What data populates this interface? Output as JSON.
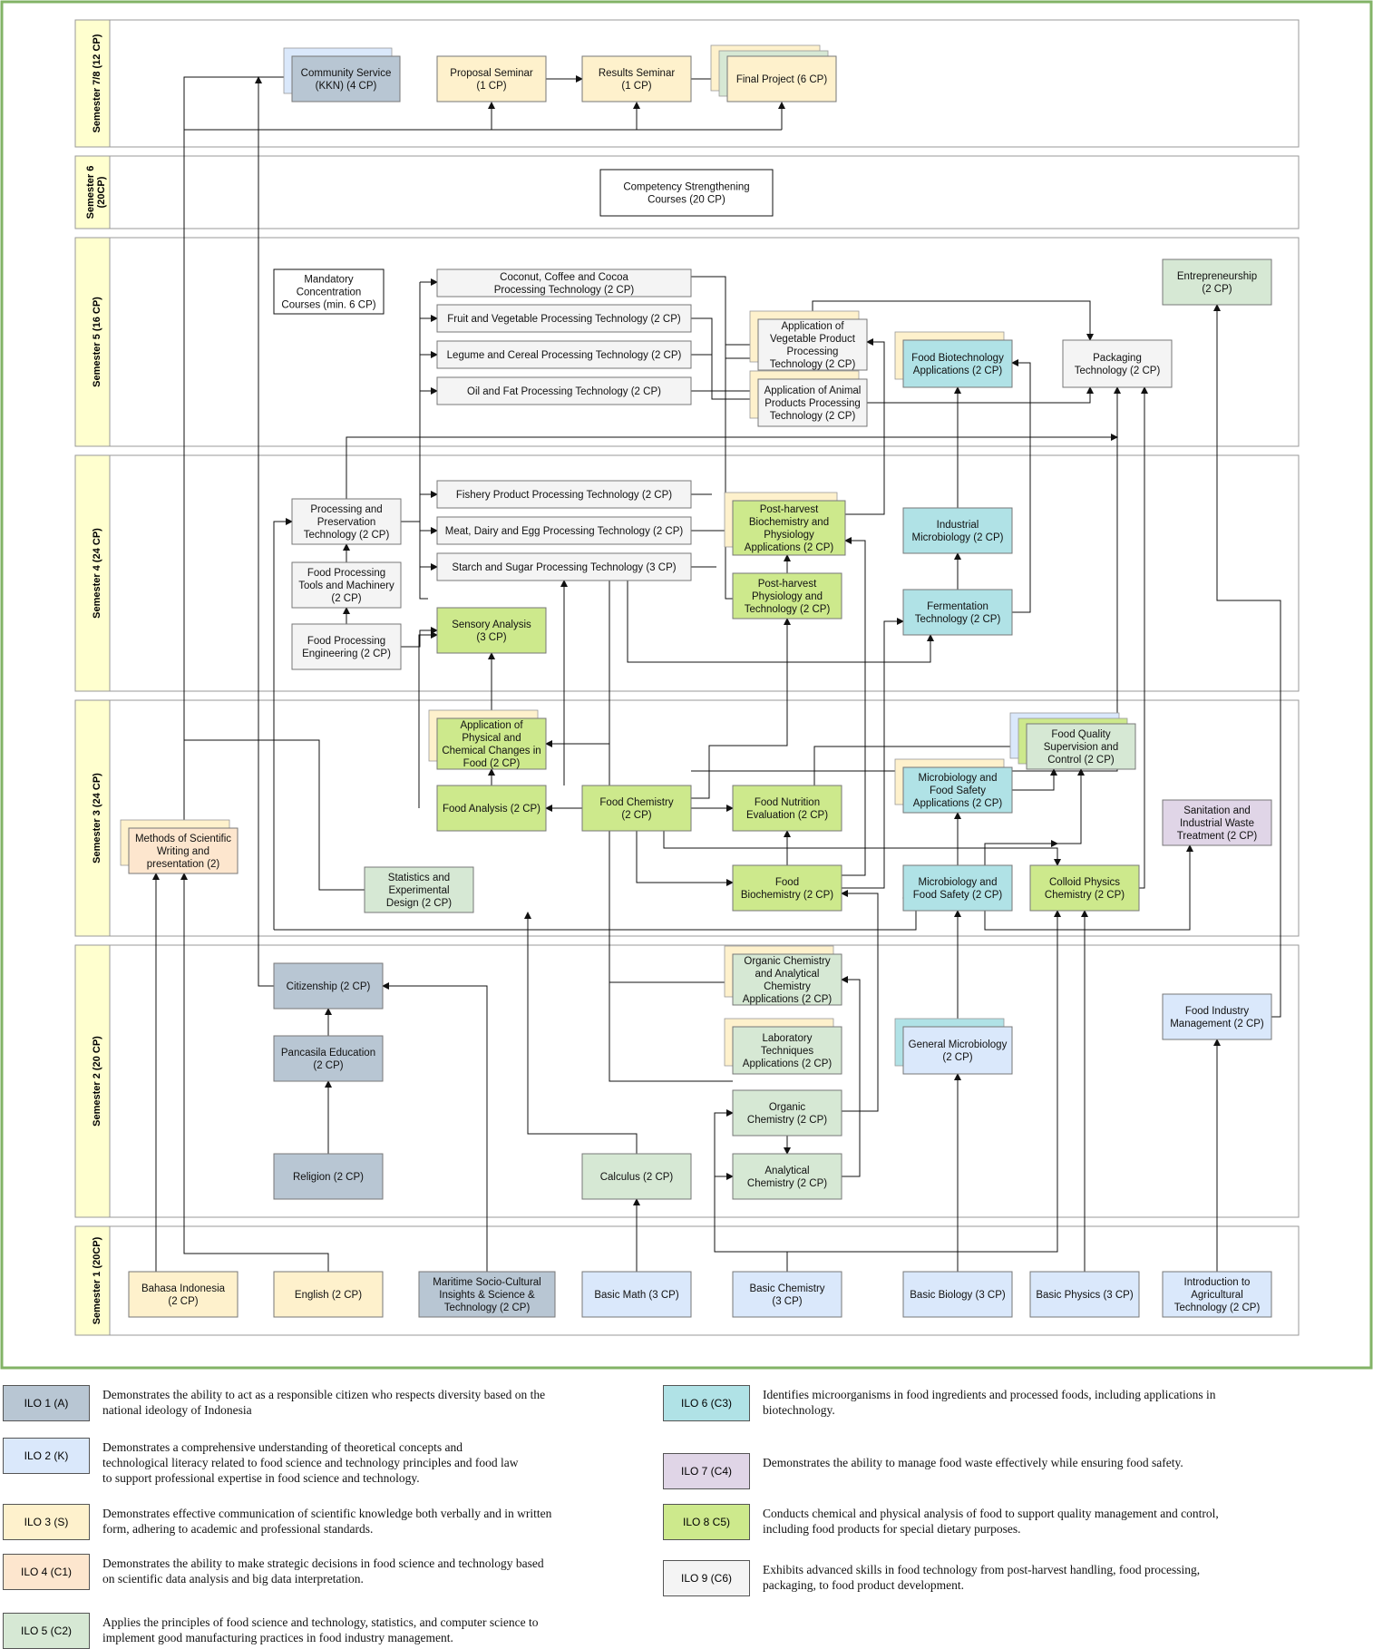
{
  "colors": {
    "ilo1": "#b8c6d3",
    "ilo2": "#dae8fb",
    "ilo3": "#fef1cc",
    "ilo4": "#fde6ce",
    "ilo5": "#d6e8d4",
    "ilo6": "#b0e2e6",
    "ilo7": "#e0d5e7",
    "ilo8": "#cde98c",
    "ilo9": "#f4f4f4",
    "white": "#ffffff",
    "frame": "#82b366",
    "semester_label": "#ffffcf"
  },
  "semesters": [
    {
      "id": "s78",
      "label": "Semester 7/8 (12 CP)"
    },
    {
      "id": "s6",
      "label": "Semester 6 (20CP)"
    },
    {
      "id": "s5",
      "label": "Semester 5 (16 CP)"
    },
    {
      "id": "s4",
      "label": "Semester 4 (24 CP)"
    },
    {
      "id": "s3",
      "label": "Semester 3 (24 CP)"
    },
    {
      "id": "s2",
      "label": "Semester 2 (20 CP)"
    },
    {
      "id": "s1",
      "label": "Semester 1 (20CP)"
    }
  ],
  "courses": [
    {
      "id": "kkn",
      "lines": [
        "Community Service",
        "(KKN) (4 CP)"
      ],
      "ilo": "ilo1",
      "shadow": [
        "ilo2"
      ]
    },
    {
      "id": "proposal",
      "lines": [
        "Proposal Seminar",
        "(1 CP)"
      ],
      "ilo": "ilo3"
    },
    {
      "id": "results",
      "lines": [
        "Results Seminar",
        "(1 CP)"
      ],
      "ilo": "ilo3"
    },
    {
      "id": "final",
      "lines": [
        "Final Project (6 CP)"
      ],
      "ilo": "ilo3",
      "shadow": [
        "ilo3",
        "ilo5"
      ]
    },
    {
      "id": "competency",
      "lines": [
        "Competency Strengthening",
        "Courses (20 CP)"
      ],
      "ilo": "white"
    },
    {
      "id": "mandatory",
      "lines": [
        "Mandatory",
        "Concentration",
        "Courses (min. 6 CP)"
      ],
      "ilo": "white"
    },
    {
      "id": "coconut",
      "lines": [
        "Coconut, Coffee and Cocoa",
        "Processing Technology (2 CP)"
      ],
      "ilo": "ilo9"
    },
    {
      "id": "fruit",
      "lines": [
        "Fruit and Vegetable Processing Technology (2 CP)"
      ],
      "ilo": "ilo9"
    },
    {
      "id": "legume",
      "lines": [
        "Legume and Cereal Processing Technology (2 CP)"
      ],
      "ilo": "ilo9"
    },
    {
      "id": "oil",
      "lines": [
        "Oil and Fat Processing Technology (2 CP)"
      ],
      "ilo": "ilo9"
    },
    {
      "id": "appveg",
      "lines": [
        "Application of",
        "Vegetable Product",
        "Processing",
        "Technology (2 CP)"
      ],
      "ilo": "ilo9",
      "shadow": [
        "ilo3"
      ]
    },
    {
      "id": "appanimal",
      "lines": [
        "Application of Animal",
        "Products Processing",
        "Technology (2 CP)"
      ],
      "ilo": "ilo9",
      "shadow": [
        "ilo3"
      ]
    },
    {
      "id": "foodbiotech",
      "lines": [
        "Food Biotechnology",
        "Applications (2 CP)"
      ],
      "ilo": "ilo6",
      "shadow": [
        "ilo3"
      ]
    },
    {
      "id": "packaging",
      "lines": [
        "Packaging",
        "Technology (2 CP)"
      ],
      "ilo": "ilo9"
    },
    {
      "id": "entrepreneurship",
      "lines": [
        "Entrepreneurship",
        "(2 CP)"
      ],
      "ilo": "ilo5"
    },
    {
      "id": "procpres",
      "lines": [
        "Processing and",
        "Preservation",
        "Technology (2 CP)"
      ],
      "ilo": "ilo9"
    },
    {
      "id": "fishery",
      "lines": [
        "Fishery Product Processing Technology (2 CP)"
      ],
      "ilo": "ilo9"
    },
    {
      "id": "meat",
      "lines": [
        "Meat, Dairy and Egg Processing Technology (2 CP)"
      ],
      "ilo": "ilo9"
    },
    {
      "id": "starch",
      "lines": [
        "Starch and Sugar Processing Technology (3 CP)"
      ],
      "ilo": "ilo9"
    },
    {
      "id": "tools",
      "lines": [
        "Food Processing",
        "Tools and Machinery",
        "(2 CP)"
      ],
      "ilo": "ilo9"
    },
    {
      "id": "engineering",
      "lines": [
        "Food Processing",
        "Engineering (2 CP)"
      ],
      "ilo": "ilo9"
    },
    {
      "id": "sensory",
      "lines": [
        "Sensory Analysis",
        "(3 CP)"
      ],
      "ilo": "ilo8"
    },
    {
      "id": "phbio",
      "lines": [
        "Post-harvest",
        "Biochemistry and",
        "Physiology",
        "Applications (2 CP)"
      ],
      "ilo": "ilo8",
      "shadow": [
        "ilo3"
      ]
    },
    {
      "id": "phphys",
      "lines": [
        "Post-harvest",
        "Physiology and",
        "Technology (2 CP)"
      ],
      "ilo": "ilo8"
    },
    {
      "id": "indmicro",
      "lines": [
        "Industrial",
        "Microbiology (2 CP)"
      ],
      "ilo": "ilo6"
    },
    {
      "id": "ferment",
      "lines": [
        "Fermentation",
        "Technology (2 CP)"
      ],
      "ilo": "ilo6"
    },
    {
      "id": "appphys",
      "lines": [
        "Application of",
        "Physical and",
        "Chemical Changes in",
        "Food (2 CP)"
      ],
      "ilo": "ilo8",
      "shadow": [
        "ilo3"
      ]
    },
    {
      "id": "foodanalysis",
      "lines": [
        "Food Analysis (2 CP)"
      ],
      "ilo": "ilo8"
    },
    {
      "id": "foodchem",
      "lines": [
        "Food Chemistry",
        "(2 CP)"
      ],
      "ilo": "ilo8"
    },
    {
      "id": "nutrition",
      "lines": [
        "Food Nutrition",
        "Evaluation (2 CP)"
      ],
      "ilo": "ilo8"
    },
    {
      "id": "quality",
      "lines": [
        "Food Quality",
        "Supervision and",
        "Control (2 CP)"
      ],
      "ilo": "ilo5",
      "shadow": [
        "ilo2",
        "ilo8"
      ]
    },
    {
      "id": "microapp",
      "lines": [
        "Microbiology and",
        "Food Safety",
        "Applications (2 CP)"
      ],
      "ilo": "ilo6",
      "shadow": [
        "ilo3"
      ]
    },
    {
      "id": "sanitation",
      "lines": [
        "Sanitation and",
        "Industrial Waste",
        "Treatment (2 CP)"
      ],
      "ilo": "ilo7"
    },
    {
      "id": "methods",
      "lines": [
        "Methods of Scientific",
        "Writing and",
        "presentation (2)"
      ],
      "ilo": "ilo4",
      "shadow": [
        "ilo3"
      ]
    },
    {
      "id": "statistics",
      "lines": [
        "Statistics and",
        "Experimental",
        "Design (2 CP)"
      ],
      "ilo": "ilo5"
    },
    {
      "id": "foodbiochem",
      "lines": [
        "Food",
        "Biochemistry (2 CP)"
      ],
      "ilo": "ilo8"
    },
    {
      "id": "microsafety",
      "lines": [
        "Microbiology and",
        "Food Safety (2 CP)"
      ],
      "ilo": "ilo6"
    },
    {
      "id": "colloid",
      "lines": [
        "Colloid Physics",
        "Chemistry (2 CP)"
      ],
      "ilo": "ilo8"
    },
    {
      "id": "citizenship",
      "lines": [
        "Citizenship (2 CP)"
      ],
      "ilo": "ilo1"
    },
    {
      "id": "pancasila",
      "lines": [
        "Pancasila Education",
        "(2 CP)"
      ],
      "ilo": "ilo1"
    },
    {
      "id": "religion",
      "lines": [
        "Religion (2 CP)"
      ],
      "ilo": "ilo1"
    },
    {
      "id": "calculus",
      "lines": [
        "Calculus (2 CP)"
      ],
      "ilo": "ilo5"
    },
    {
      "id": "orgapp",
      "lines": [
        "Organic Chemistry",
        "and Analytical",
        "Chemistry",
        "Applications (2 CP)"
      ],
      "ilo": "ilo5",
      "shadow": [
        "ilo3"
      ]
    },
    {
      "id": "labtech",
      "lines": [
        "Laboratory",
        "Techniques",
        "Applications (2 CP)"
      ],
      "ilo": "ilo5",
      "shadow": [
        "ilo3"
      ]
    },
    {
      "id": "orgchem",
      "lines": [
        "Organic",
        "Chemistry (2 CP)"
      ],
      "ilo": "ilo5"
    },
    {
      "id": "analchem",
      "lines": [
        "Analytical",
        "Chemistry (2 CP)"
      ],
      "ilo": "ilo5"
    },
    {
      "id": "genmicro",
      "lines": [
        "General Microbiology",
        "(2 CP)"
      ],
      "ilo": "ilo2",
      "shadow": [
        "ilo6"
      ]
    },
    {
      "id": "foodindmgmt",
      "lines": [
        "Food Industry",
        "Management (2 CP)"
      ],
      "ilo": "ilo2"
    },
    {
      "id": "bahasa",
      "lines": [
        "Bahasa Indonesia",
        "(2 CP)"
      ],
      "ilo": "ilo3"
    },
    {
      "id": "english",
      "lines": [
        "English (2 CP)"
      ],
      "ilo": "ilo3"
    },
    {
      "id": "maritime",
      "lines": [
        "Maritime Socio-Cultural",
        "Insights & Science &",
        "Technology (2 CP)"
      ],
      "ilo": "ilo1"
    },
    {
      "id": "basicmath",
      "lines": [
        "Basic Math (3 CP)"
      ],
      "ilo": "ilo2"
    },
    {
      "id": "basicchem",
      "lines": [
        "Basic Chemistry",
        "(3 CP)"
      ],
      "ilo": "ilo2"
    },
    {
      "id": "basicbio",
      "lines": [
        "Basic Biology (3 CP)"
      ],
      "ilo": "ilo2"
    },
    {
      "id": "basicphys",
      "lines": [
        "Basic Physics (3 CP)"
      ],
      "ilo": "ilo2"
    },
    {
      "id": "introagri",
      "lines": [
        "Introduction to",
        "Agricultural",
        "Technology (2 CP)"
      ],
      "ilo": "ilo2"
    }
  ],
  "legend": [
    {
      "id": "ilo1",
      "label": "ILO 1 (A)",
      "text": [
        "Demonstrates the ability to act as a responsible citizen who respects diversity based on the",
        "national ideology of Indonesia"
      ]
    },
    {
      "id": "ilo2",
      "label": "ILO 2 (K)",
      "text": [
        "Demonstrates a comprehensive understanding of theoretical concepts and",
        "technological literacy related to food science and technology principles and food law",
        "to support professional expertise in food science and technology."
      ]
    },
    {
      "id": "ilo3",
      "label": "ILO 3 (S)",
      "text": [
        "Demonstrates effective communication of scientific knowledge both verbally and in written",
        "form, adhering to academic and professional standards."
      ]
    },
    {
      "id": "ilo4",
      "label": "ILO 4 (C1)",
      "text": [
        "Demonstrates the ability to make strategic decisions in food science and technology based",
        "on scientific data analysis and big data interpretation."
      ]
    },
    {
      "id": "ilo5",
      "label": "ILO 5 (C2)",
      "text": [
        "Applies the principles of food science and technology, statistics, and computer science to",
        "implement good manufacturing practices in food industry management."
      ]
    },
    {
      "id": "ilo6",
      "label": "ILO 6 (C3)",
      "text": [
        "Identifies microorganisms in food ingredients and processed foods, including applications in",
        "biotechnology."
      ]
    },
    {
      "id": "ilo7",
      "label": "ILO 7 (C4)",
      "text": [
        "Demonstrates the ability to manage food waste effectively while ensuring food safety."
      ]
    },
    {
      "id": "ilo8",
      "label": "ILO 8 C5)",
      "text": [
        "Conducts chemical and physical analysis of food to support quality management and control,",
        "including food products for special dietary purposes."
      ]
    },
    {
      "id": "ilo9",
      "label": "ILO 9 (C6)",
      "text": [
        "Exhibits advanced skills in food technology from post-harvest handling, food processing,",
        "packaging, to food product development."
      ]
    }
  ]
}
